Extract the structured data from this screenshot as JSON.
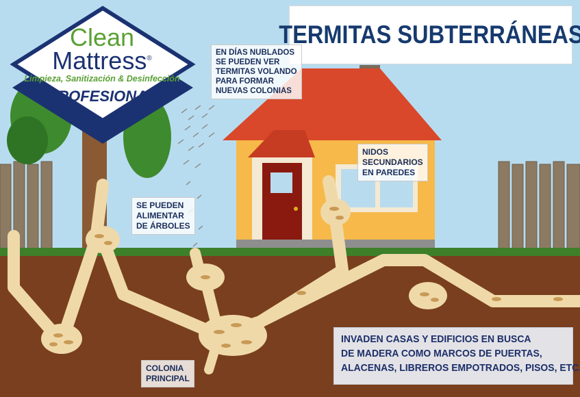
{
  "title": "TERMITAS SUBTERRÁNEAS",
  "logo": {
    "line1": "Clean",
    "line2": "Mattress",
    "registered": "®",
    "tagline": "Limpieza, Sanitización & Desinfección",
    "profesional": "PROFESIONAL"
  },
  "notes": {
    "swarm": [
      "EN DÍAS NUBLADOS",
      "SE PUEDEN VER",
      "TERMITAS VOLANDO",
      "PARA FORMAR",
      "NUEVAS COLONIAS"
    ],
    "nests": [
      "NIDOS",
      "SECUNDARIOS",
      "EN PAREDES"
    ],
    "trees": [
      "SE PUEDEN",
      "ALIMENTAR",
      "DE ÁRBOLES"
    ],
    "colony": [
      "COLONIA",
      "PRINCIPAL"
    ],
    "invade": [
      "INVADEN CASAS Y EDIFICIOS EN BUSCA",
      "DE MADERA COMO MARCOS DE PUERTAS,",
      "ALACENAS, LIBREROS EMPOTRADOS, PISOS, ETC."
    ]
  },
  "colors": {
    "sky": "#b8dcef",
    "soil": "#7a3f1e",
    "tunnel": "#efd9a9",
    "grass": "#3e7f2a",
    "roof": "#d9482a",
    "wall": "#f6b94a",
    "door": "#8a1a10",
    "title": "#163a6e",
    "logo_green": "#5aa033",
    "logo_navy": "#1b3272"
  }
}
